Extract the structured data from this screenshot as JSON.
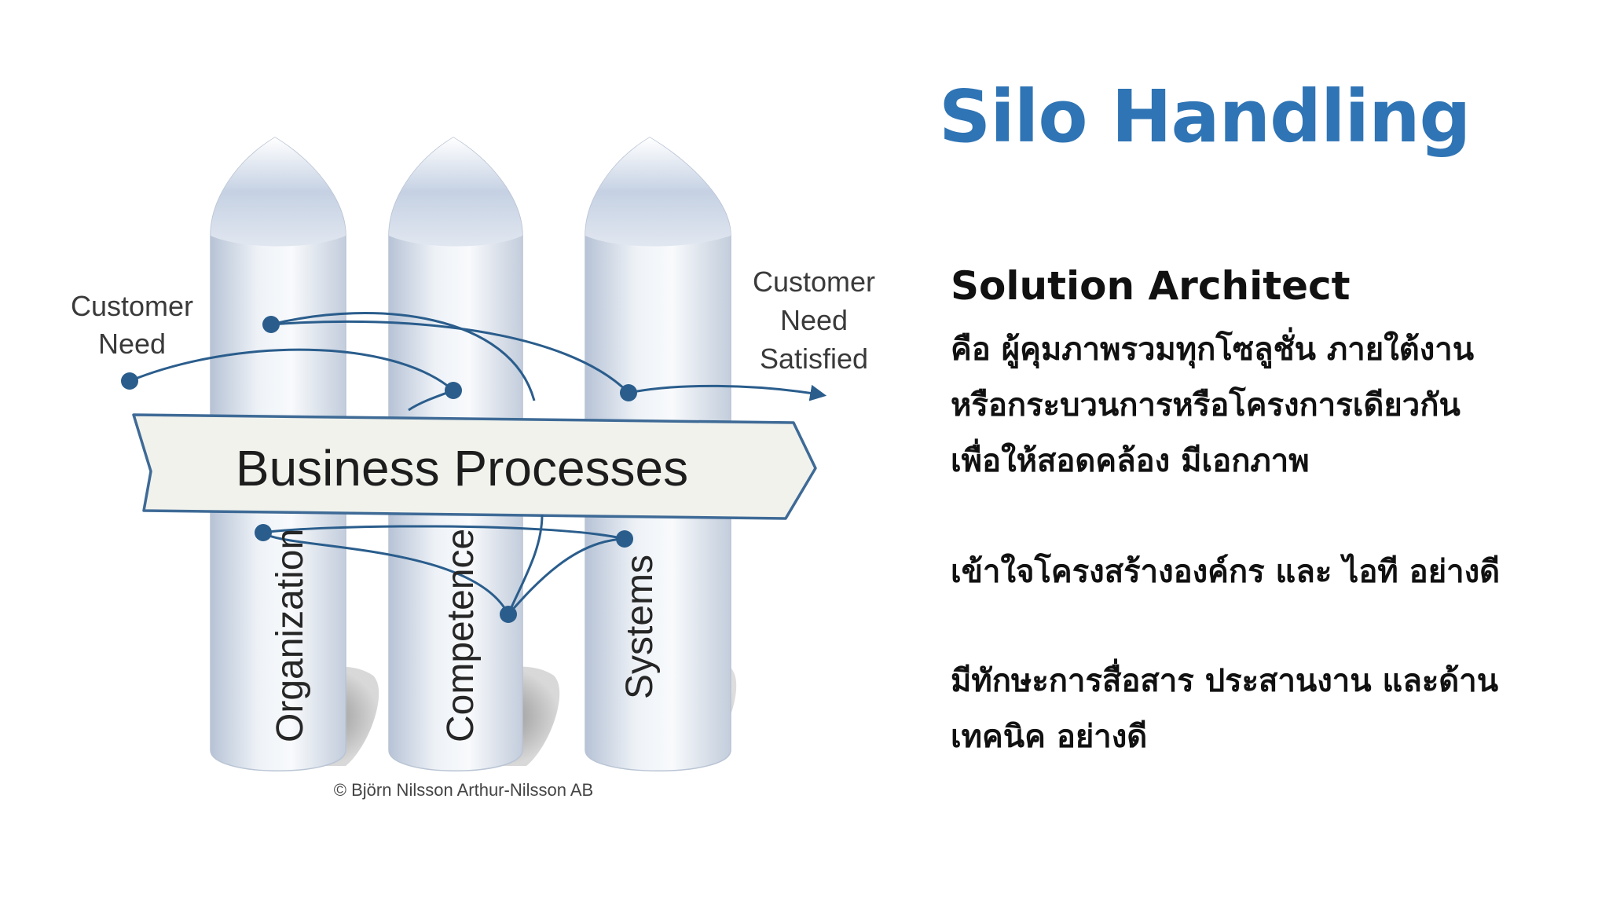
{
  "title": "Silo Handling",
  "diagram": {
    "label_left": [
      "Customer",
      "Need"
    ],
    "label_right": [
      "Customer",
      "Need",
      "Satisfied"
    ],
    "banner": "Business Processes",
    "silos": [
      "Organization",
      "Competence",
      "Systems"
    ],
    "copyright": "© Björn Nilsson Arthur-Nilsson AB"
  },
  "solution": {
    "heading": "Solution Architect",
    "p1": [
      "คือ ผู้คุมภาพรวมทุกโซลูชั่น ภายใต้งาน",
      "หรือกระบวนการหรือโครงการเดียวกัน",
      "เพื่อให้สอดคล้อง มีเอกภาพ"
    ],
    "p2": [
      "เข้าใจโครงสร้างองค์กร และ ไอที อย่างดี"
    ],
    "p3": [
      "มีทักษะการสื่อสาร ประสานงาน และด้าน",
      "เทคนิค อย่างดี"
    ]
  },
  "colors": {
    "title": "#2f74b5",
    "arrow": "#2a5d8c",
    "silo_top": "#c4d0e0",
    "silo_body": "#dfe6ef",
    "banner_fill": "#f1f2ec",
    "banner_stroke": "#3e6a96"
  }
}
